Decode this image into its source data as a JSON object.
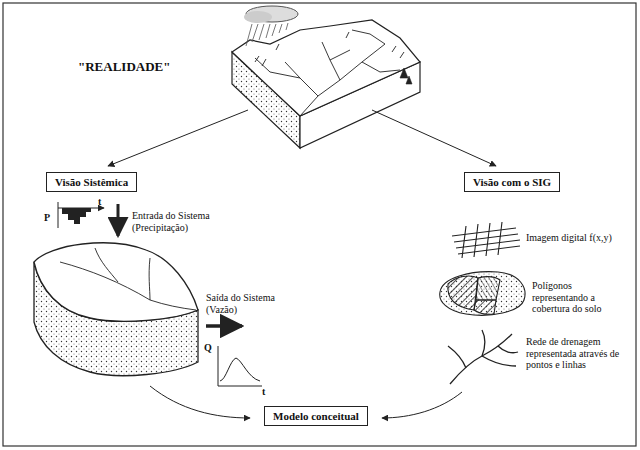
{
  "diagram": {
    "nodes": [
      {
        "text": [
          "Visão Sistêmica"
        ]
      },
      {
        "text": [
          "Visão com o SIG"
        ]
      },
      {
        "text": [
          "Modelo conceitual"
        ]
      }
    ],
    "labels": [
      "\"REALIDADE\"",
      "P",
      "t",
      "Entrada do Sistema (Precipitação)",
      "Saída do Sistema (Vazão)",
      "Q",
      "t",
      "Imagem digital f(x,y)",
      "Polígonos representando a cobertura do solo",
      "Rede de drenagem representada através de pontos e linhas"
    ]
  }
}
